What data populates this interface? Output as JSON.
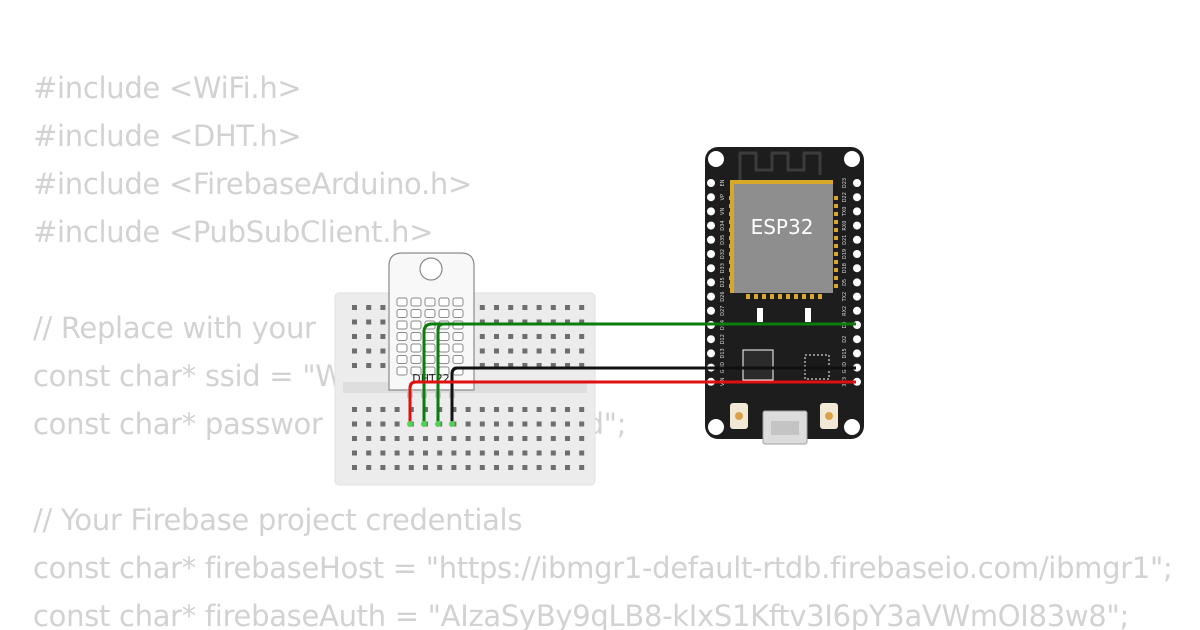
{
  "code": {
    "lines": [
      "#include <WiFi.h>",
      "#include <DHT.h>",
      "#include <FirebaseArduino.h>",
      "#include <PubSubClient.h>",
      "",
      "// Replace with your",
      "const char* ssid = \"W",
      "const char* passwor                      sword\";",
      "",
      "// Your Firebase project credentials",
      "const char* firebaseHost = \"https://ibmgr1-default-rtdb.firebaseio.com/ibmgr1\";",
      "const char* firebaseAuth = \"AIzaSyBy9qLB8-kIxS1Kftv3I6pY3aVWmOI83w8\";"
    ]
  },
  "sensor": {
    "label": "DHT22"
  },
  "board": {
    "label": "ESP32",
    "left_pins": [
      "EN",
      "VP",
      "VN",
      "D34",
      "D35",
      "D32",
      "D33",
      "D25",
      "D26",
      "D27",
      "D14",
      "D12",
      "D13",
      "GND",
      "VIN"
    ],
    "right_pins": [
      "D23",
      "D22",
      "TX0",
      "RX0",
      "D21",
      "D19",
      "D18",
      "D5",
      "TX2",
      "RX2",
      "D4",
      "D2",
      "D15",
      "GND",
      "3V3"
    ]
  },
  "colors": {
    "wire_data": "#0a7d0a",
    "wire_gnd": "#111111",
    "wire_vcc": "#e01010",
    "board": "#1d1d1d",
    "breadboard": "#ececec"
  }
}
